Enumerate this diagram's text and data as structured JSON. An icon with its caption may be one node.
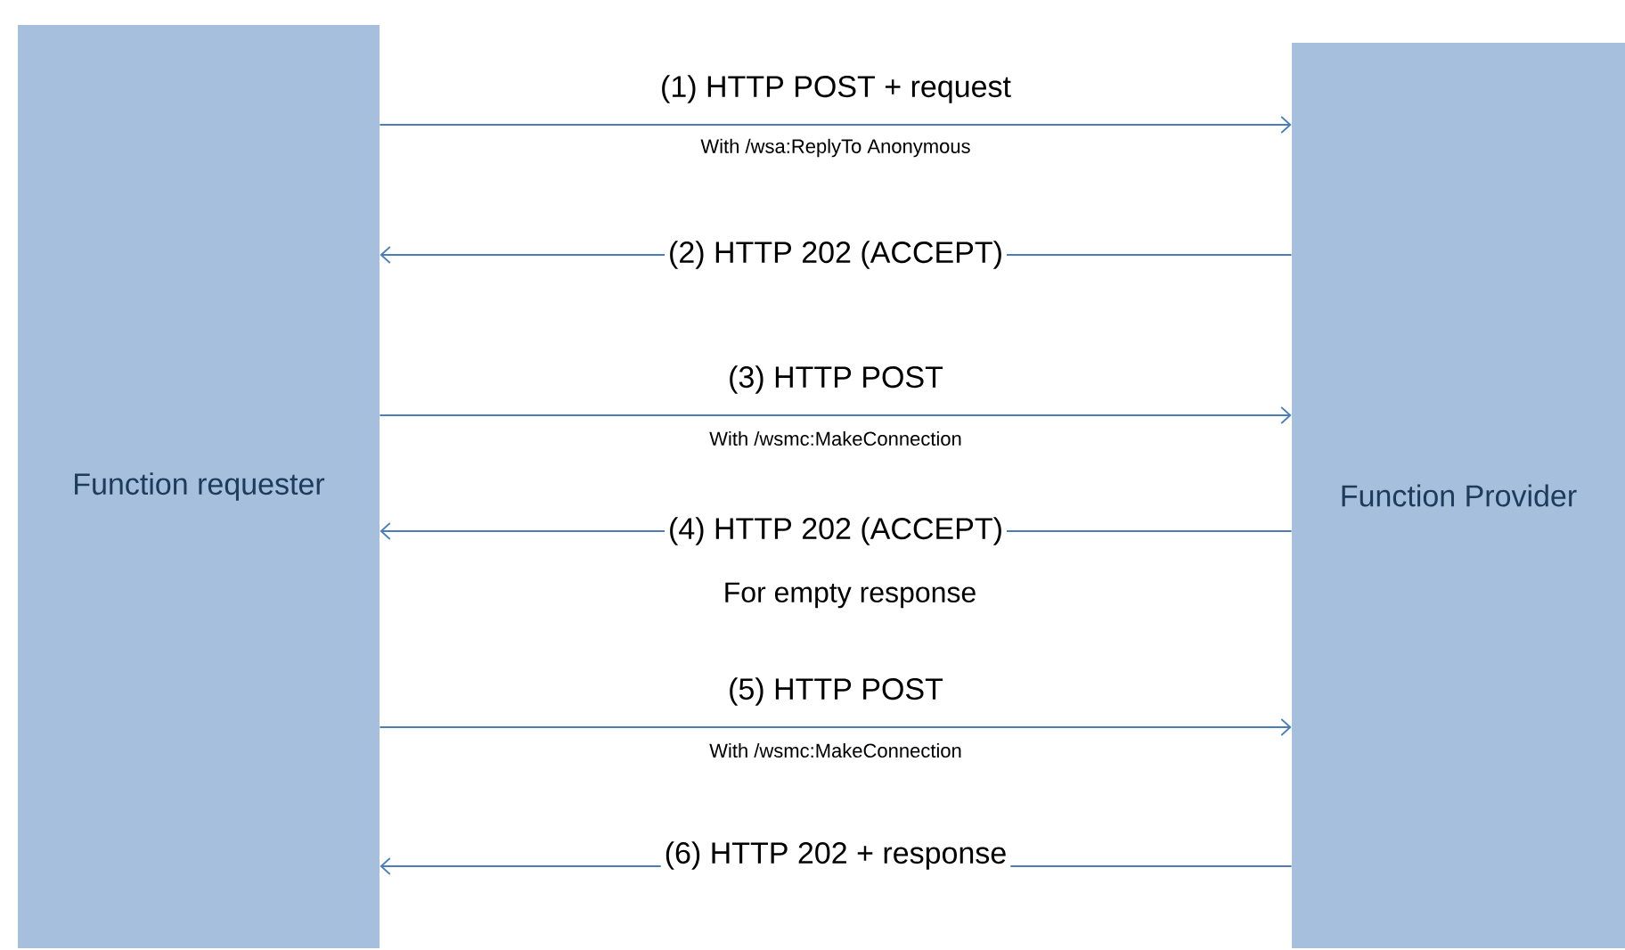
{
  "diagram": {
    "nodes": [
      {
        "text": [
          "Function requester"
        ]
      },
      {
        "text": [
          "Function Provider"
        ]
      }
    ],
    "edges": [
      {
        "from": 0,
        "to": 1,
        "arrow": "to",
        "label": "(1)  HTTP POST + request"
      },
      {
        "from": 1,
        "to": 0,
        "arrow": "to",
        "label": "(2) HTTP 202 (ACCEPT)"
      },
      {
        "from": 0,
        "to": 1,
        "arrow": "to",
        "label": "(3) HTTP POST"
      },
      {
        "from": 1,
        "to": 0,
        "arrow": "to",
        "label": "(4) HTTP 202 (ACCEPT)"
      },
      {
        "from": 0,
        "to": 1,
        "arrow": "to",
        "label": "(5) HTTP POST"
      },
      {
        "from": 1,
        "to": 0,
        "arrow": "to",
        "label": "(6) HTTP 202 + response"
      }
    ],
    "labels": [
      "With /wsa:ReplyTo Anonymous",
      "With /wsmc:MakeConnection",
      "For empty response",
      "With /wsmc:MakeConnection"
    ]
  }
}
